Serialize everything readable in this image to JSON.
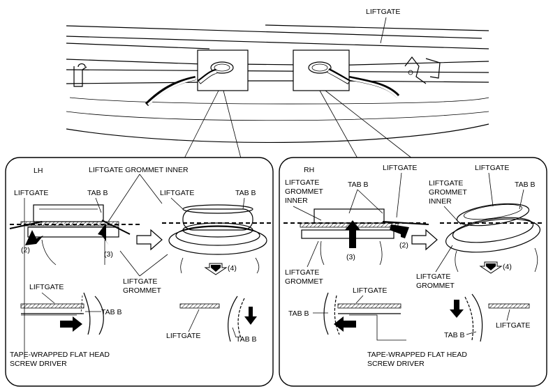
{
  "top": {
    "liftgate": "LIFTGATE"
  },
  "lh": {
    "side": "LH",
    "grommet_inner": "LIFTGATE GROMMET INNER",
    "liftgate_a": "LIFTGATE",
    "tab_b_a": "TAB B",
    "liftgate_b": "LIFTGATE",
    "tab_b_b": "TAB B",
    "step_2": "(2)",
    "step_3": "(3)",
    "step_4": "(4)",
    "grommet_line1": "LIFTGATE",
    "grommet_line2": "GROMMET",
    "liftgate_c": "LIFTGATE",
    "tab_b_c": "TAB B",
    "liftgate_d": "LIFTGATE",
    "tab_b_d": "TAB B",
    "tool_line1": "TAPE-WRAPPED FLAT HEAD",
    "tool_line2": "SCREW DRIVER"
  },
  "rh": {
    "side": "RH",
    "inner_line1": "LIFTGATE",
    "inner_line2": "GROMMET",
    "inner_line3": "INNER",
    "tab_b_a": "TAB B",
    "liftgate_a": "LIFTGATE",
    "liftgate_b": "LIFTGATE",
    "inner2_line1": "LIFTGATE",
    "inner2_line2": "GROMMET",
    "inner2_line3": "INNER",
    "tab_b_b": "TAB B",
    "step_2": "(2)",
    "step_3": "(3)",
    "step_4": "(4)",
    "grommet_line1": "LIFTGATE",
    "grommet_line2": "GROMMET",
    "grommet2_line1": "LIFTGATE",
    "grommet2_line2": "GROMMET",
    "liftgate_c": "LIFTGATE",
    "tab_b_c": "TAB B",
    "tab_b_d": "TAB B",
    "liftgate_d": "LIFTGATE",
    "tool_line1": "TAPE-WRAPPED FLAT HEAD",
    "tool_line2": "SCREW DRIVER"
  }
}
